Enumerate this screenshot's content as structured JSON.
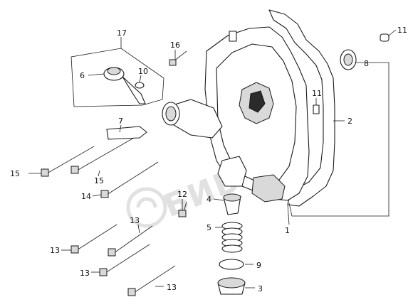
{
  "watermark": {
    "text": "БИВАН"
  },
  "callouts": {
    "c1": "1",
    "c2": "2",
    "c3": "3",
    "c4": "4",
    "c5": "5",
    "c6": "6",
    "c7": "7",
    "c8": "8",
    "c9": "9",
    "c10": "10",
    "c11a": "11",
    "c11b": "11",
    "c12": "12",
    "c13a": "13",
    "c13b": "13",
    "c13c": "13",
    "c13d": "13",
    "c14": "14",
    "c15a": "15",
    "c15b": "15",
    "c16": "16",
    "c17": "17"
  }
}
